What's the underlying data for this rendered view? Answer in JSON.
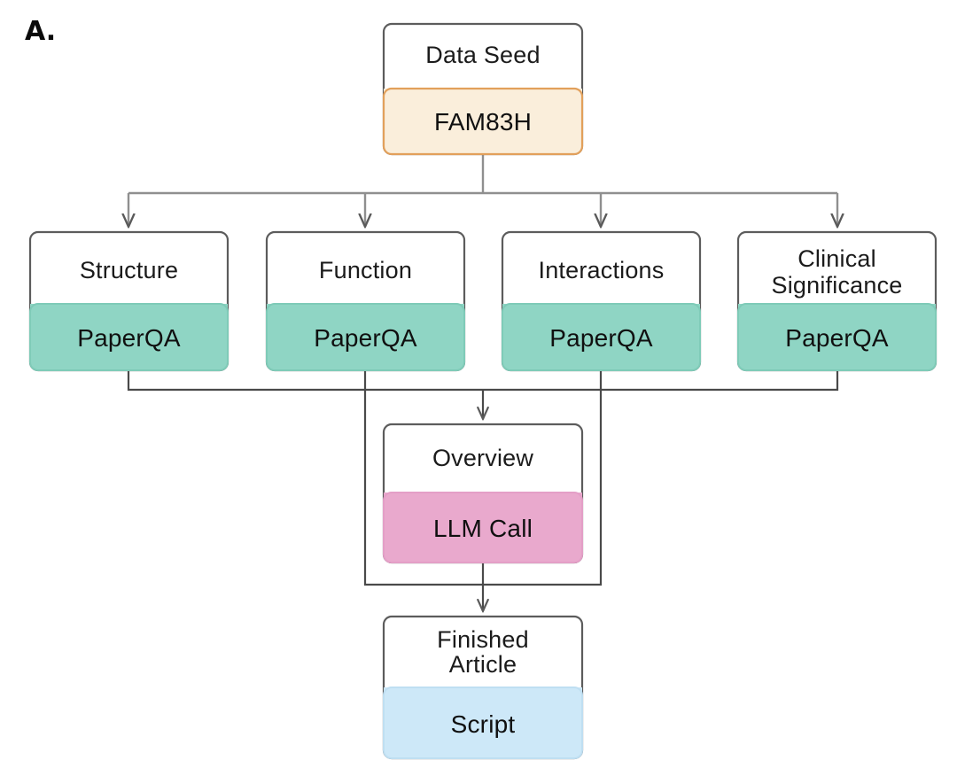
{
  "figure": {
    "panel_label": "A.",
    "background_color": "#ffffff"
  },
  "palette": {
    "seed_fill": "#FAEEDB",
    "seed_stroke": "#E2A05B",
    "paperqa_fill": "#8FD5C4",
    "paperqa_stroke": "#7FCBB8",
    "llm_fill": "#E9A9CD",
    "llm_stroke": "#E49FC7",
    "script_fill": "#CDE8F8",
    "script_stroke": "#BFDFF2",
    "node_stroke": "#5c5c5c",
    "connector": "#8f8f8f",
    "connector_dark": "#4a4a4a",
    "text": "#1b1b1b"
  },
  "nodes": {
    "seed": {
      "title": "Data Seed",
      "body": "FAM83H",
      "body_kind": "seed"
    },
    "branches": [
      {
        "title": "Structure",
        "title_line2": "",
        "body": "PaperQA",
        "body_kind": "paperqa"
      },
      {
        "title": "Function",
        "title_line2": "",
        "body": "PaperQA",
        "body_kind": "paperqa"
      },
      {
        "title": "Interactions",
        "title_line2": "",
        "body": "PaperQA",
        "body_kind": "paperqa"
      },
      {
        "title": "Clinical",
        "title_line2": "Significance",
        "body": "PaperQA",
        "body_kind": "paperqa"
      }
    ],
    "overview": {
      "title": "Overview",
      "body": "LLM Call",
      "body_kind": "llm"
    },
    "finished": {
      "title": "Finished",
      "title_line2": "Article",
      "body": "Script",
      "body_kind": "script"
    }
  },
  "edges": [
    {
      "from": "seed",
      "to": "Structure"
    },
    {
      "from": "seed",
      "to": "Function"
    },
    {
      "from": "seed",
      "to": "Interactions"
    },
    {
      "from": "seed",
      "to": "Clinical Significance"
    },
    {
      "from": "Structure",
      "to": "overview"
    },
    {
      "from": "Function",
      "to": "overview"
    },
    {
      "from": "Interactions",
      "to": "overview"
    },
    {
      "from": "Clinical Significance",
      "to": "overview"
    },
    {
      "from": "Function",
      "to": "finished"
    },
    {
      "from": "Interactions",
      "to": "finished"
    },
    {
      "from": "overview",
      "to": "finished"
    }
  ]
}
